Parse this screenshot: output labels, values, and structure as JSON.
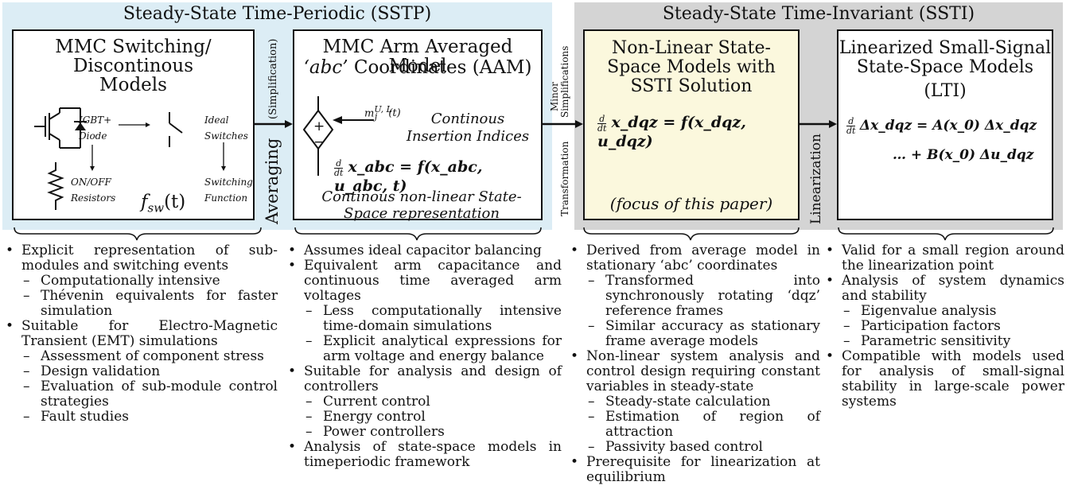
{
  "regions": {
    "sstp": {
      "title": "Steady-State Time-Periodic (SSTP)",
      "color": "#dcedf5"
    },
    "ssti": {
      "title": "Steady-State Time-Invariant (SSTI)",
      "color": "#d4d4d4"
    }
  },
  "boxes": {
    "switching": {
      "title": "MMC Switching/ Discontinous Models",
      "igbt_label": "IGBT+ Diode",
      "ideal_label": "Ideal Switches",
      "resistor_label": "ON/OFF Resistors",
      "fsw": "f",
      "fsw_sub": "sw",
      "fsw_arg": "(t)",
      "switching_label": "Switching Function"
    },
    "aam": {
      "title_line1": "MMC Arm Averaged Model",
      "title_line2_italic": "‘abc’",
      "title_line2_rest": " Coordinates (AAM)",
      "insertion": "Continous Insertion Indices",
      "m_label": "m",
      "m_sup": "U, L",
      "m_sub": "j",
      "m_arg": "(t)",
      "plus": "+",
      "minus": "−",
      "equation": "x_abc = f(x_abc, u_abc, t)",
      "caption": "Continous non-linear State-Space representation"
    },
    "nonlinear": {
      "title": "Non-Linear State-Space Models with SSTI Solution",
      "equation": "x_dqz = f(x_dqz, u_dqz)",
      "focus": "(focus of this paper)",
      "color": "#fbf8dd"
    },
    "lti": {
      "title_line1": "Linearized Small-Signal",
      "title_line2": "State-Space Models",
      "title_line3": "(LTI)",
      "equation_line1": "Δx_dqz = A(x_0) Δx_dqz",
      "equation_line2": "… + B(x_0) Δu_dqz"
    }
  },
  "transitions": {
    "averaging": "Averaging",
    "simplification": "(Simplification)",
    "minor": "Minor",
    "simplifications": "Simplifications",
    "transformation": "Transformation",
    "linearization": "Linearization"
  },
  "columns": {
    "switching": [
      {
        "text": "Explicit representation of sub-modules and switching events",
        "sub": [
          "Computationally intensive",
          "Thévenin equivalents for faster simulation"
        ]
      },
      {
        "text": "Suitable for Electro-Magnetic Transient (EMT) simulations",
        "sub": [
          "Assessment of component stress",
          "Design validation",
          "Evaluation of sub-module control strategies",
          "Fault studies"
        ]
      }
    ],
    "aam": [
      {
        "text": "Assumes ideal capacitor balancing",
        "sub": []
      },
      {
        "text": "Equivalent arm capacitance and continuous time averaged arm voltages",
        "sub": [
          "Less computationally intensive time-domain simulations",
          "Explicit analytical expressions for arm voltage and energy balance"
        ]
      },
      {
        "text": "Suitable for analysis and design of controllers",
        "sub": [
          "Current control",
          "Energy control",
          "Power controllers"
        ]
      },
      {
        "text": "Analysis of state-space models in timeperiodic framework",
        "sub": []
      }
    ],
    "nonlinear": [
      {
        "text": "Derived from average model in stationary ‘abc’ coordinates",
        "sub": [
          "Transformed into synchronously rotating ‘dqz’ reference frames",
          "Similar accuracy as stationary frame average models"
        ]
      },
      {
        "text": "Non-linear system analysis and control design requiring constant variables in steady-state",
        "sub": [
          "Steady-state calculation",
          "Estimation of region of attraction",
          "Passivity based control"
        ]
      },
      {
        "text": "Prerequisite for linearization at equilibrium",
        "sub": []
      }
    ],
    "lti": [
      {
        "text": "Valid for a small region around the linearization point",
        "sub": []
      },
      {
        "text": "Analysis of system dynamics and stability",
        "sub": [
          "Eigenvalue analysis",
          "Participation factors",
          "Parametric sensitivity"
        ]
      },
      {
        "text": "Compatible with models used for analysis of small-signal stability in large-scale power systems",
        "sub": []
      }
    ]
  }
}
